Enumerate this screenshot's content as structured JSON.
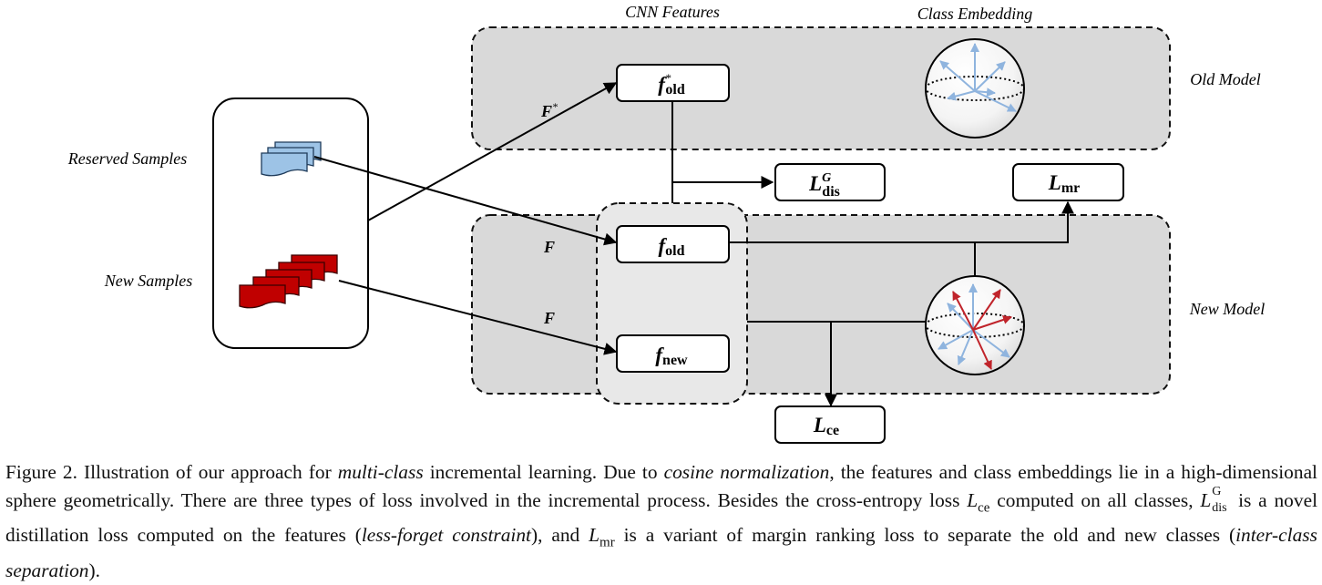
{
  "labels": {
    "cnn_features": "CNN Features",
    "class_embedding": "Class Embedding",
    "old_model": "Old Model",
    "new_model": "New Model",
    "reserved_samples": "Reserved Samples",
    "new_samples": "New Samples",
    "F_star": "F",
    "F_star_sup": "*",
    "F_old": "F",
    "F_new": "F"
  },
  "feature_boxes": {
    "f_star_old": {
      "main": "f",
      "sup": "*",
      "sub": "old"
    },
    "f_old": {
      "main": "f",
      "sub": "old"
    },
    "f_new": {
      "main": "f",
      "sub": "new"
    }
  },
  "loss_boxes": {
    "L_dis": {
      "main": "L",
      "sup": "G",
      "sub": "dis"
    },
    "L_mr": {
      "main": "L",
      "sub": "mr"
    },
    "L_ce": {
      "main": "L",
      "sub": "ce"
    }
  },
  "colors": {
    "panel_fill": "#d9d9d9",
    "reserved_sample": "#9dc3e6",
    "new_sample": "#c00000",
    "old_class_arrow": "#8fb4de",
    "new_class_arrow": "#c0242b"
  },
  "caption": {
    "p1": "Figure 2. Illustration of our approach for ",
    "p1_it": "multi-class",
    "p2": " incremental learning. Due to ",
    "p2_it": "cosine normalization",
    "p3": ", the features and class embeddings lie in a high-dimensional sphere geometrically. There are three types of loss involved in the incremental process. Besides the cross-entropy loss ",
    "Lce_main": "L",
    "Lce_sub": "ce",
    "p4": " computed on all classes, ",
    "Ldis_main": "L",
    "Ldis_sup": "G",
    "Ldis_sub": "dis",
    "p5": " is a novel distillation loss computed on the features (",
    "p5_it": "less-forget constraint",
    "p6": "), and ",
    "Lmr_main": "L",
    "Lmr_sub": "mr",
    "p7": " is a variant of margin ranking loss to separate the old and new classes (",
    "p7_it": "inter-class separation",
    "p8": ")."
  }
}
